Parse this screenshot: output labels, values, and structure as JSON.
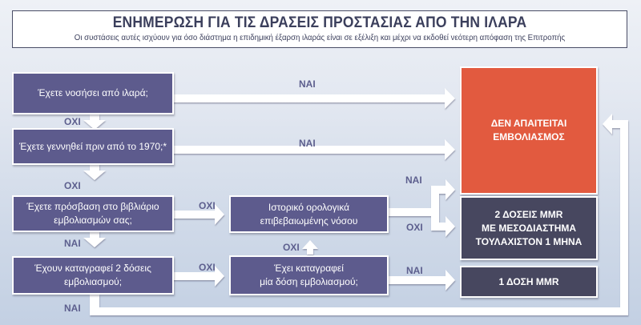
{
  "header": {
    "title": "ΕΝΗΜΕΡΩΣΗ ΓΙΑ ΤΙΣ ΔΡΑΣΕΙΣ ΠΡΟΣΤΑΣΙΑΣ ΑΠΟ ΤΗΝ ΙΛΑΡΑ",
    "subtitle": "Οι συστάσεις αυτές ισχύουν για όσο διάστημα η επιδημική έξαρση ιλαράς είναι σε εξέλιξη και μέχρι να εκδοθεί νεότερη απόφαση της Επιτροπής"
  },
  "questions": {
    "q1": "Έχετε νοσήσει από ιλαρά;",
    "q2": "Έχετε γεννηθεί πριν από το 1970;*",
    "q3_line1": "Έχετε πρόσβαση στο βιβλιάριο",
    "q3_line2": "εμβολιασμών σας;",
    "q4_line1": "Έχουν καταγραφεί 2 δόσεις",
    "q4_line2": "εμβολιασμού;",
    "q5_line1": "Ιστορικό ορολογικά",
    "q5_line2": "επιβεβαιωμένης νόσου",
    "q6_line1": "Έχει καταγραφεί",
    "q6_line2": "μία δόση εμβολιασμού;"
  },
  "outcomes": {
    "no_vaccine_line1": "ΔΕΝ ΑΠΑΙΤΕΙΤΑΙ",
    "no_vaccine_line2": "ΕΜΒΟΛΙΑΣΜΟΣ",
    "two_doses_line1": "2 ΔΟΣΕΙΣ MMR",
    "two_doses_line2": "ΜΕ ΜΕΣΟΔΙΑΣΤΗΜΑ",
    "two_doses_line3": "ΤΟΥΛΑΧΙΣΤΟΝ 1 ΜΗΝΑ",
    "one_dose": "1 ΔΟΣΗ MMR"
  },
  "labels": {
    "yes": "ΝΑΙ",
    "no": "ΟΧΙ"
  },
  "colors": {
    "question_box": "#5d5b8d",
    "no_vaccine_box": "#e25a3f",
    "dose_box": "#47475f",
    "label_text": "#5d5f8e"
  }
}
